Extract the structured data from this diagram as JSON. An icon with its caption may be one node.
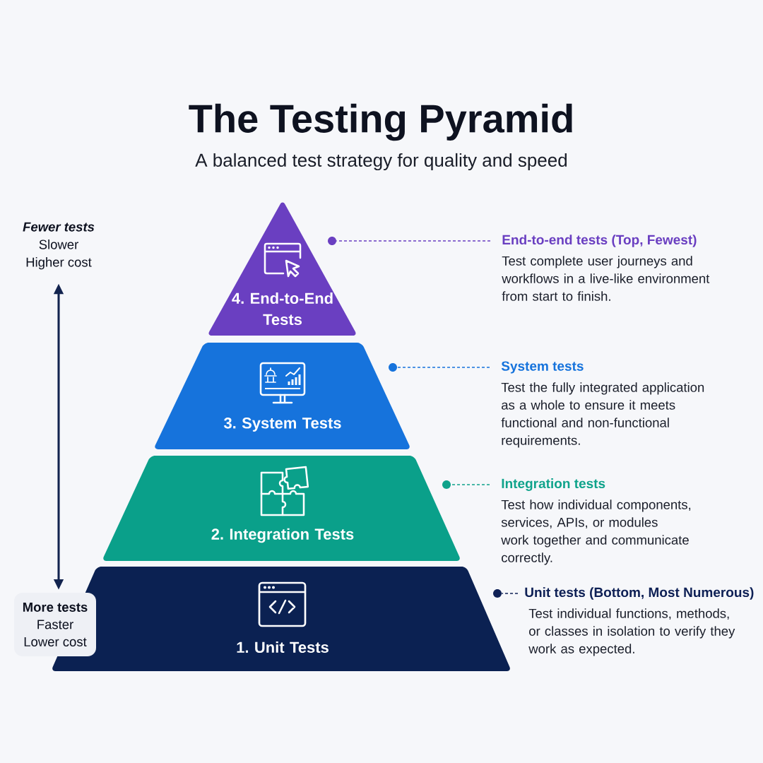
{
  "diagram": {
    "title": "The Testing Pyramid",
    "nodes": [
      {
        "text": [
          "4. End-to-End Tests"
        ]
      },
      {
        "text": [
          "3. System Tests"
        ]
      },
      {
        "text": [
          "2. Integration Tests"
        ]
      },
      {
        "text": [
          "1. Unit Tests"
        ]
      },
      {
        "text": [
          "Fewer tests",
          "Slower",
          "Higher cost"
        ]
      },
      {
        "text": [
          "More tests",
          "Faster",
          "Lower cost"
        ]
      },
      {
        "text": [],
        "shape": "circle"
      },
      {
        "text": [
          "End-to-end tests (Top, Fewest)",
          "Test complete user journeys and workflows in a live-like environment from start to finish."
        ]
      },
      {
        "text": [],
        "shape": "circle"
      },
      {
        "text": [
          "System tests",
          "Test the fully integrated application as a whole to ensure it meets functional and non-functional requirements."
        ]
      },
      {
        "text": [],
        "shape": "circle"
      },
      {
        "text": [
          "Integration tests",
          "Test how individual components, services, APIs, or modules work together and communicate correctly."
        ]
      },
      {
        "text": [],
        "shape": "circle"
      },
      {
        "text": [
          "Unit tests (Bottom, Most Numerous)",
          "Test individual functions, methods, or classes in isolation to verify they work as expected."
        ]
      }
    ],
    "edges": [
      {
        "from": 4,
        "to": 5,
        "arrow": "both"
      },
      {
        "from": 7,
        "to": 6,
        "arrow": "none",
        "style": "dashed",
        "color": "#6a3fc1"
      },
      {
        "from": 9,
        "to": 8,
        "arrow": "none",
        "style": "dashed",
        "color": "#1673dc"
      },
      {
        "from": 11,
        "to": 10,
        "arrow": "none",
        "style": "dashed",
        "color": "#0fa38b"
      },
      {
        "from": 13,
        "to": 12,
        "arrow": "none",
        "style": "dashed",
        "color": "#0f2156"
      }
    ],
    "labels": [
      "A balanced test strategy for quality and speed"
    ]
  }
}
